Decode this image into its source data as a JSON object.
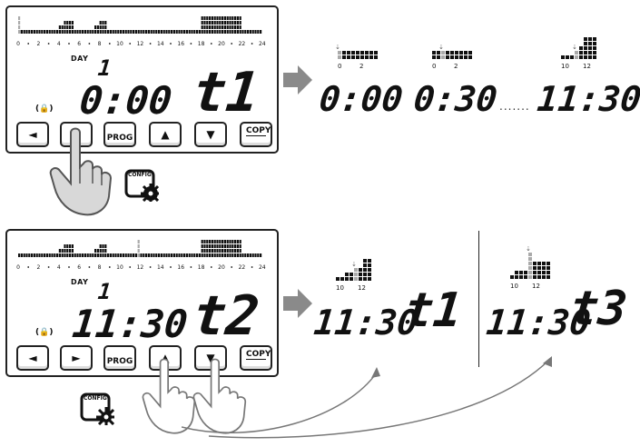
{
  "panel_top": {
    "day_label": "DAY",
    "day_value": "1",
    "time": "0:00",
    "temp_mode": "t1",
    "bar_labels": [
      "0",
      "2",
      "4",
      "6",
      "8",
      "10",
      "12",
      "14",
      "16",
      "18",
      "20",
      "22",
      "24"
    ]
  },
  "panel_bottom": {
    "day_label": "DAY",
    "day_value": "1",
    "time": "11:30",
    "temp_mode": "t2",
    "bar_labels": [
      "0",
      "2",
      "4",
      "6",
      "8",
      "10",
      "12",
      "14",
      "16",
      "18",
      "20",
      "22",
      "24"
    ]
  },
  "buttons": {
    "left_glyph": "◄",
    "right_glyph": "►",
    "prog_label": "PROG",
    "up_glyph": "▲",
    "down_glyph": "▼",
    "copy_label": "COPY",
    "lock_label": "(🔒)"
  },
  "config_label": "CONFIG",
  "sequence_top": {
    "times": [
      "0:00",
      "0:30",
      "11:30"
    ],
    "ellipsis": ".......",
    "minibar_labels": [
      [
        "0",
        "2"
      ],
      [
        "0",
        "2"
      ],
      [
        "10",
        "12"
      ]
    ]
  },
  "sequence_bottom": {
    "left": {
      "time": "11:30",
      "temp": "t1",
      "labels": [
        "10",
        "12"
      ]
    },
    "right": {
      "time": "11:30",
      "temp": "t3",
      "labels": [
        "10",
        "12"
      ]
    }
  },
  "colors": {
    "ink": "#111111",
    "arrow": "#8a8a8a",
    "hand": "#d8d8d8"
  }
}
